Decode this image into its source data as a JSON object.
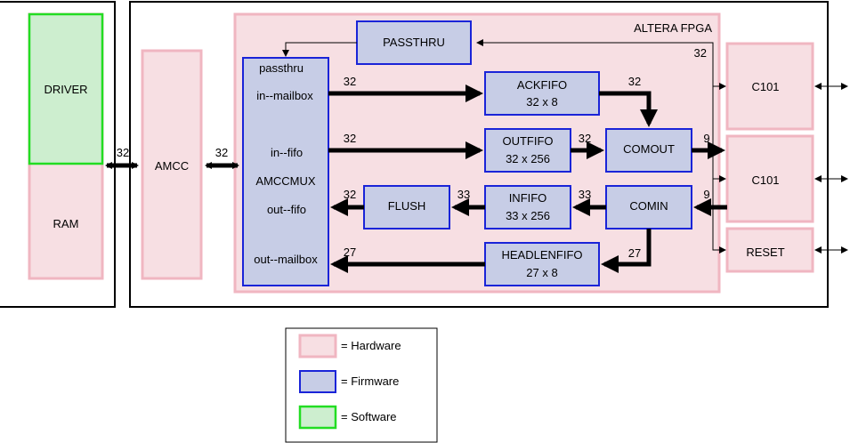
{
  "fpga_label": "ALTERA FPGA",
  "host": {
    "driver": "DRIVER",
    "ram": "RAM"
  },
  "amcc": "AMCC",
  "mux": {
    "passthru": "passthru",
    "in_mailbox": "in--mailbox",
    "in_fifo": "in--fifo",
    "amccmux": "AMCCMUX",
    "out_fifo": "out--fifo",
    "out_mailbox": "out--mailbox"
  },
  "blocks": {
    "passthru": "PASSTHRU",
    "ackfifo": "ACKFIFO",
    "ackfifo_size": "32 x 8",
    "outfifo": "OUTFIFO",
    "outfifo_size": "32 x 256",
    "comout": "COMOUT",
    "flush": "FLUSH",
    "infifo": "INFIFO",
    "infifo_size": "33 x 256",
    "comin": "COMIN",
    "headlenfifo": "HEADLENFIFO",
    "headlenfifo_size": "27 x 8"
  },
  "external": {
    "c101_a": "C101",
    "c101_b": "C101",
    "reset": "RESET"
  },
  "widths": {
    "host_amcc": "32",
    "amcc_mux": "32",
    "passthru_out": "32",
    "mailbox_ack": "32",
    "ack_comout": "32",
    "fifo_out": "32",
    "outfifo_comout": "32",
    "comout_ext": "9",
    "ext_comin": "9",
    "comin_infifo": "33",
    "infifo_flush": "33",
    "flush_mux": "32",
    "headlen": "27",
    "headlen_mux": "27"
  },
  "legend": {
    "hardware": "= Hardware",
    "firmware": "= Firmware",
    "software": "= Software"
  },
  "colors": {
    "hardware_fill": "#f7dfe3",
    "hardware_border": "#f0b6c1",
    "firmware_fill": "#c7cde6",
    "firmware_border": "#1a24d8",
    "software_fill": "#cdeecf",
    "software_border": "#22dd22"
  }
}
